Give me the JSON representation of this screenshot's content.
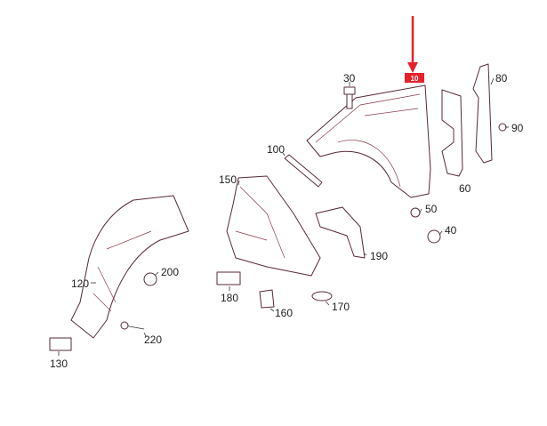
{
  "diagram": {
    "highlight_color": "#e8202a",
    "highlight_label": "10",
    "callouts": [
      "30",
      "80",
      "90",
      "100",
      "60",
      "150",
      "50",
      "40",
      "190",
      "200",
      "120",
      "180",
      "160",
      "170",
      "220",
      "130"
    ]
  }
}
